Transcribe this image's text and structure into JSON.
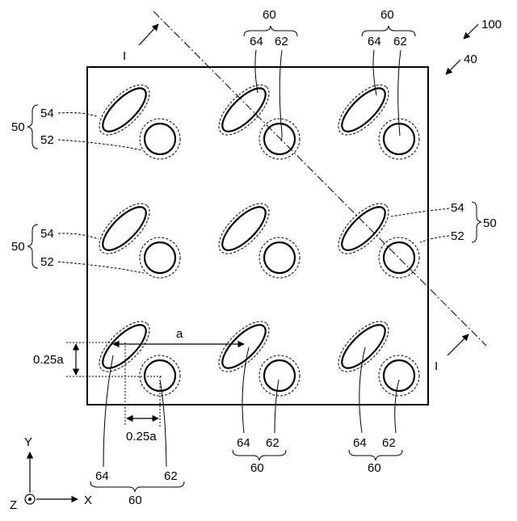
{
  "labels": {
    "l100": "100",
    "l40": "40",
    "l60": "60",
    "l64": "64",
    "l62": "62",
    "l50": "50",
    "l54": "54",
    "l52": "52",
    "section_I": "I",
    "pitch_a": "a",
    "offset_y": "0.25a",
    "offset_x": "0.25a",
    "axis_y": "Y",
    "axis_x": "X",
    "axis_z": "Z"
  }
}
